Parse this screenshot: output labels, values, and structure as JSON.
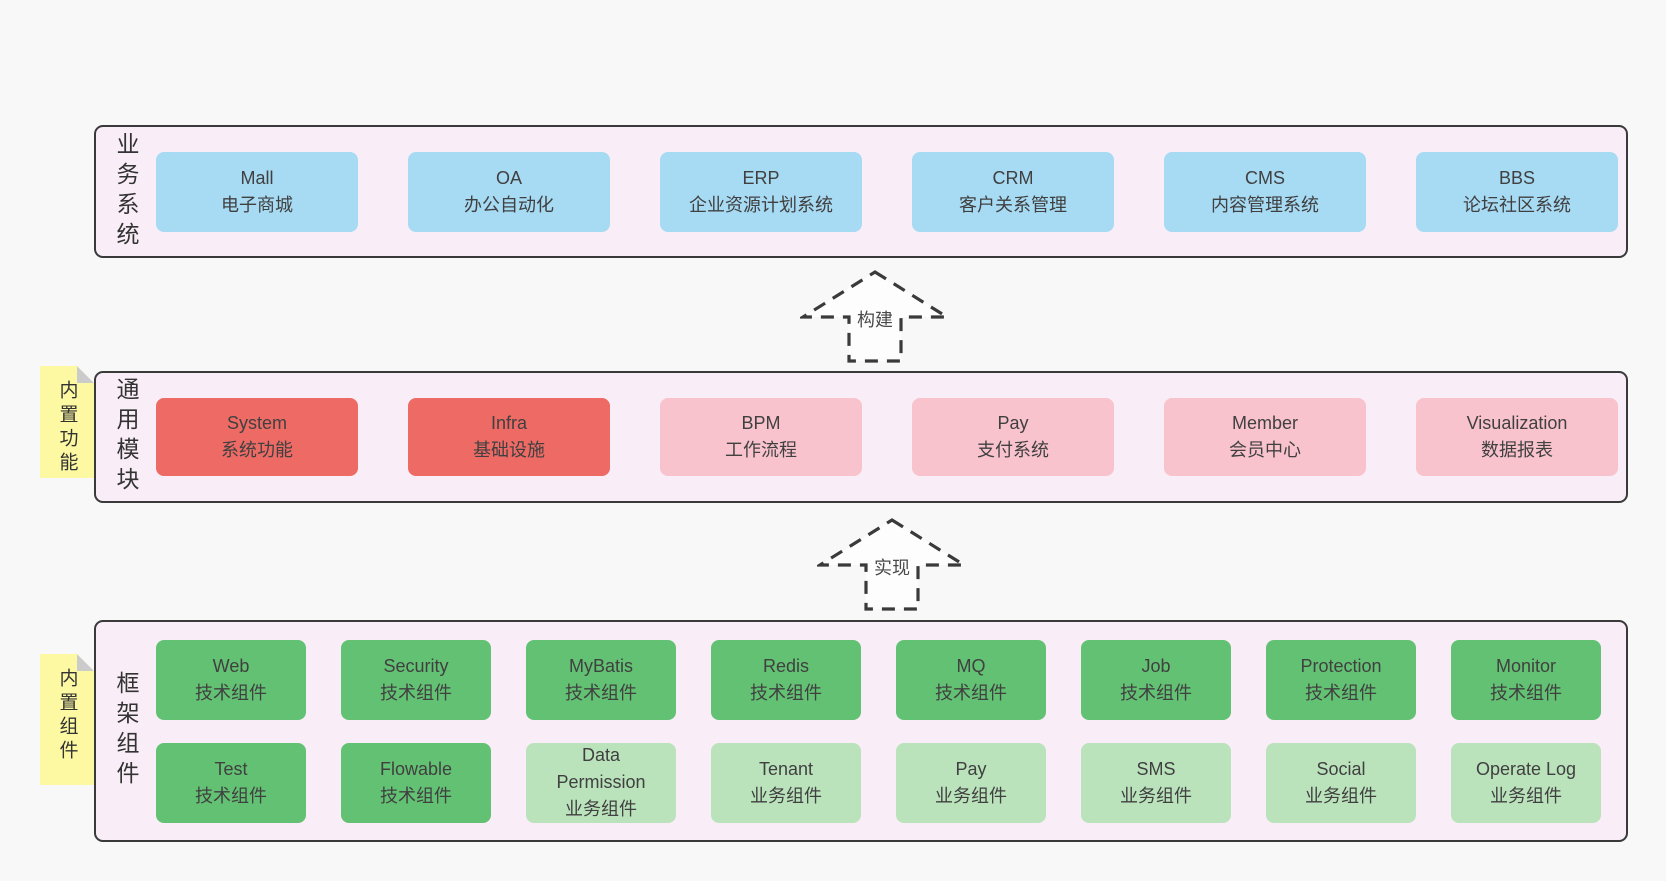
{
  "page": {
    "background": "#f8f8f8"
  },
  "palette": {
    "page_bg": "#f8f8f8",
    "container_bg": "#f9eef7",
    "line": "#3a3a3a",
    "text": "#404040",
    "blue": "#a7daf3",
    "red": "#ed6a65",
    "pink": "#f9c3cd",
    "green": "#63c173",
    "light_green": "#bae3bc",
    "sticky_yellow": "#fcf9a2",
    "sticky_fold": "#cbcbcb"
  },
  "sections": [
    {
      "id": "business-systems",
      "side_label": "业务系统",
      "rows": [
        [
          {
            "en": "Mall",
            "zh": "电子商城",
            "variant": "blue"
          },
          {
            "en": "OA",
            "zh": "办公自动化",
            "variant": "blue"
          },
          {
            "en": "ERP",
            "zh": "企业资源计划系统",
            "variant": "blue"
          },
          {
            "en": "CRM",
            "zh": "客户关系管理",
            "variant": "blue"
          },
          {
            "en": "CMS",
            "zh": "内容管理系统",
            "variant": "blue"
          },
          {
            "en": "BBS",
            "zh": "论坛社区系统",
            "variant": "blue"
          }
        ]
      ]
    },
    {
      "id": "common-modules",
      "side_label": "通用模块",
      "sticky_label": "内置功能",
      "rows": [
        [
          {
            "en": "System",
            "zh": "系统功能",
            "variant": "red"
          },
          {
            "en": "Infra",
            "zh": "基础设施",
            "variant": "red"
          },
          {
            "en": "BPM",
            "zh": "工作流程",
            "variant": "pink"
          },
          {
            "en": "Pay",
            "zh": "支付系统",
            "variant": "pink"
          },
          {
            "en": "Member",
            "zh": "会员中心",
            "variant": "pink"
          },
          {
            "en": "Visualization",
            "zh": "数据报表",
            "variant": "pink"
          }
        ]
      ]
    },
    {
      "id": "framework-components",
      "side_label": "框架组件",
      "sticky_label": "内置组件",
      "rows": [
        [
          {
            "en": "Web",
            "zh": "技术组件",
            "variant": "green"
          },
          {
            "en": "Security",
            "zh": "技术组件",
            "variant": "green"
          },
          {
            "en": "MyBatis",
            "zh": "技术组件",
            "variant": "green"
          },
          {
            "en": "Redis",
            "zh": "技术组件",
            "variant": "green"
          },
          {
            "en": "MQ",
            "zh": "技术组件",
            "variant": "green"
          },
          {
            "en": "Job",
            "zh": "技术组件",
            "variant": "green"
          },
          {
            "en": "Protection",
            "zh": "技术组件",
            "variant": "green"
          },
          {
            "en": "Monitor",
            "zh": "技术组件",
            "variant": "green"
          }
        ],
        [
          {
            "en": "Test",
            "zh": "技术组件",
            "variant": "green"
          },
          {
            "en": "Flowable",
            "zh": "技术组件",
            "variant": "green"
          },
          {
            "en": "Data Permission",
            "zh": "业务组件",
            "variant": "lightgreen"
          },
          {
            "en": "Tenant",
            "zh": "业务组件",
            "variant": "lightgreen"
          },
          {
            "en": "Pay",
            "zh": "业务组件",
            "variant": "lightgreen"
          },
          {
            "en": "SMS",
            "zh": "业务组件",
            "variant": "lightgreen"
          },
          {
            "en": "Social",
            "zh": "业务组件",
            "variant": "lightgreen"
          },
          {
            "en": "Operate Log",
            "zh": "业务组件",
            "variant": "lightgreen"
          }
        ]
      ]
    }
  ],
  "arrows": [
    {
      "label": "构建"
    },
    {
      "label": "实现"
    }
  ]
}
